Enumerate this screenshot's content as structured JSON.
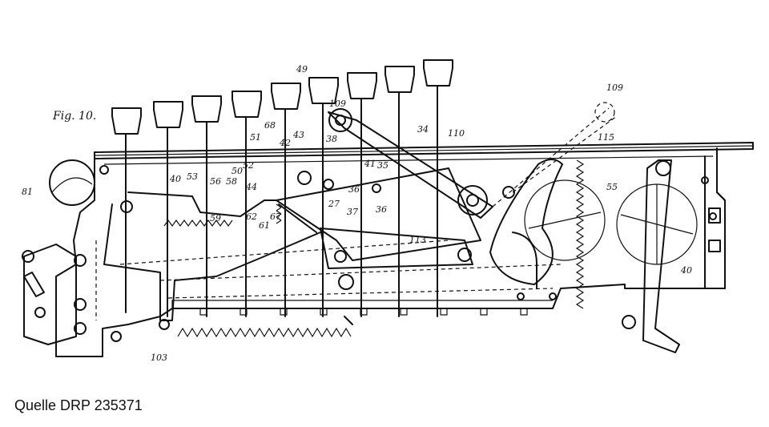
{
  "figure": {
    "label": "Fig. 10."
  },
  "caption": "Quelle DRP 235371",
  "labels": {
    "l49": "49",
    "l109a": "109",
    "l109b": "109",
    "l68": "68",
    "l51": "51",
    "l43": "43",
    "l38": "38",
    "l34": "34",
    "l110": "110",
    "l115": "115",
    "l81": "81",
    "l40a": "40",
    "l53a": "53",
    "l52": "52",
    "l50": "50",
    "l56": "56",
    "l58": "58",
    "l44": "44",
    "l42": "42",
    "l41": "41",
    "l35": "35",
    "l36": "36",
    "l37": "37",
    "l27": "27",
    "l59": "59",
    "l62": "62",
    "l61": "61",
    "l67": "67",
    "l113": "113",
    "l55": "55",
    "l40b": "40",
    "l103": "103"
  }
}
